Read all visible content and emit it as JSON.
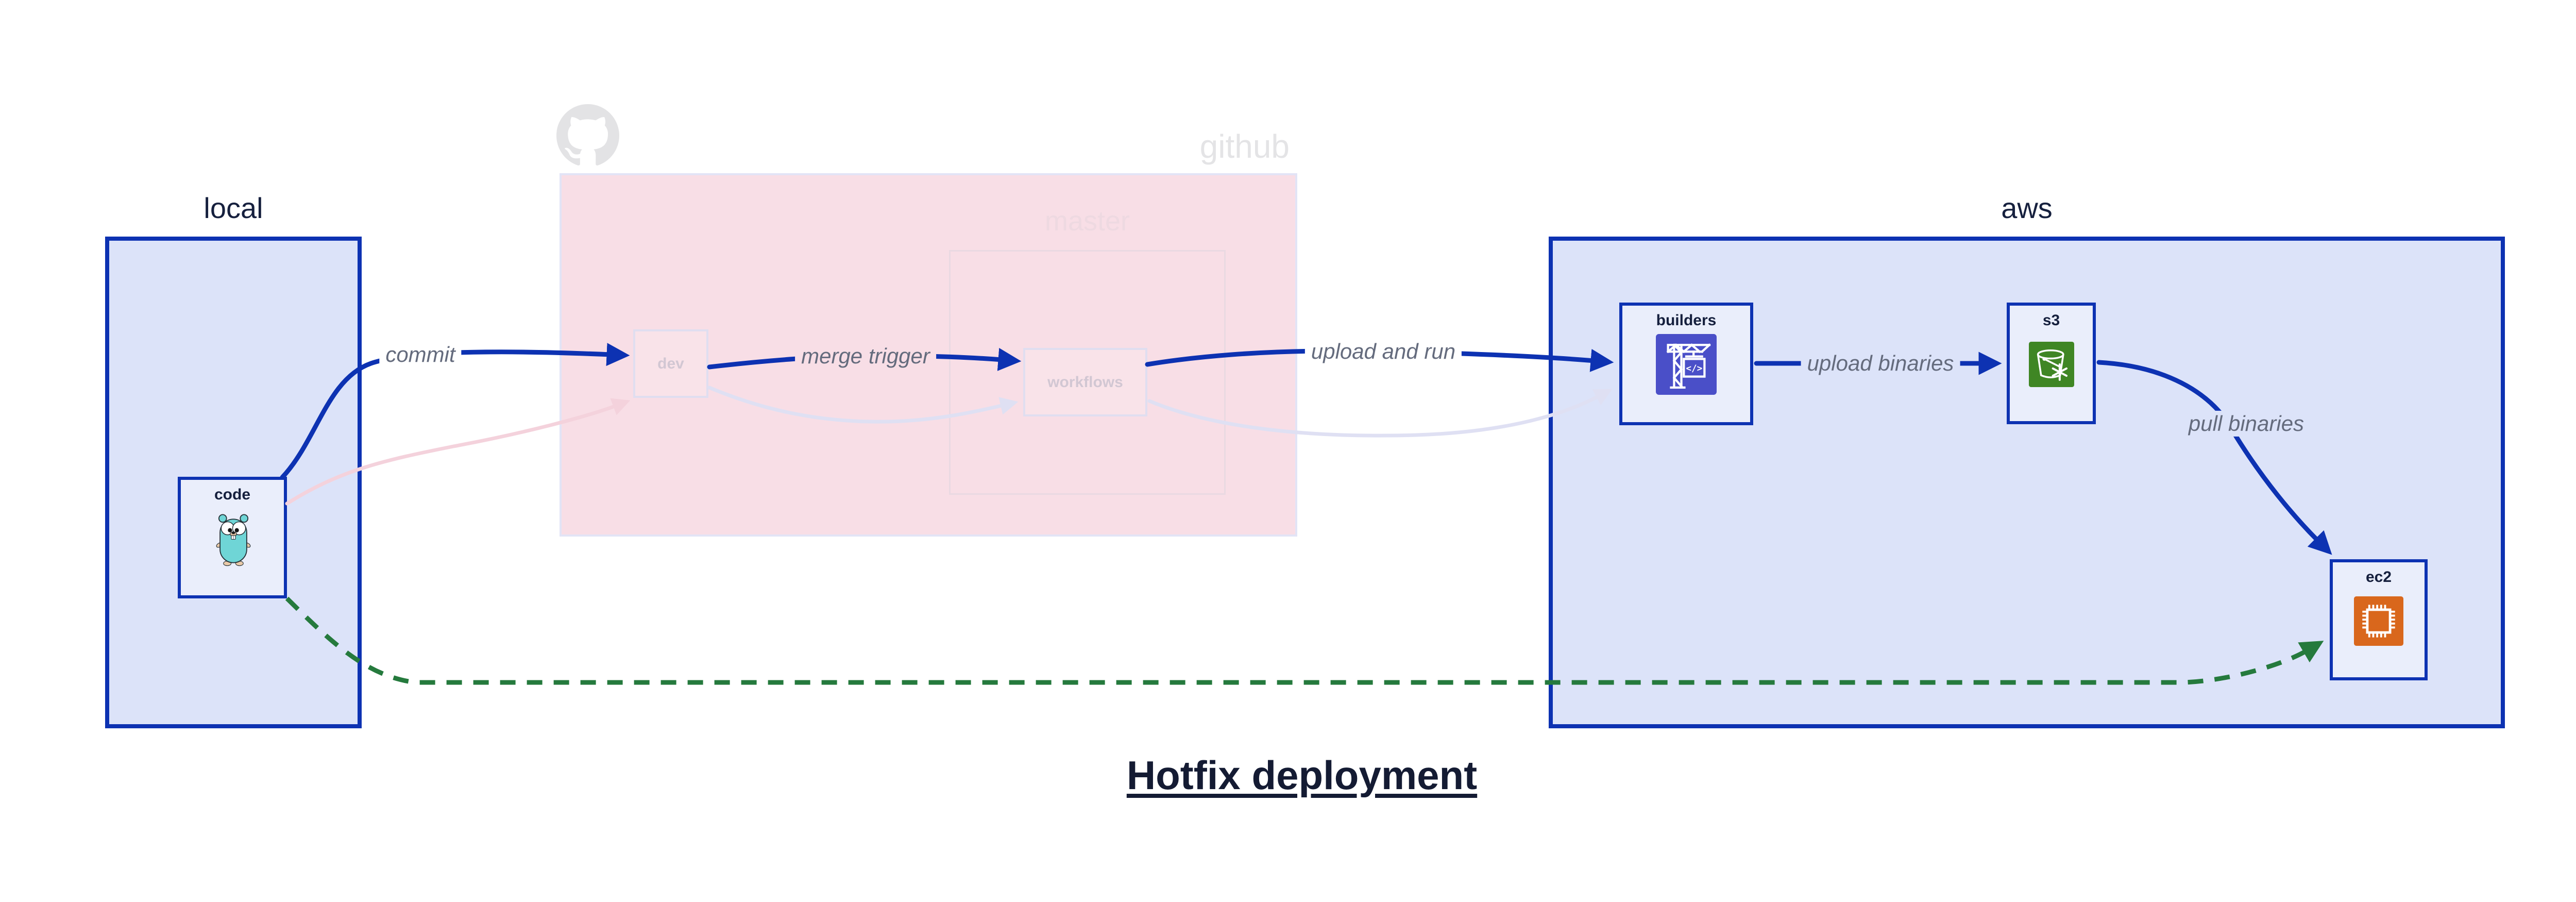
{
  "title": "Hotfix deployment",
  "containers": {
    "local": {
      "label": "local"
    },
    "github": {
      "label": "github",
      "master": {
        "label": "master"
      }
    },
    "aws": {
      "label": "aws"
    }
  },
  "nodes": {
    "code": {
      "label": "code",
      "icon": "go-gopher"
    },
    "dev": {
      "label": "dev",
      "state": "faded"
    },
    "workflows": {
      "label": "workflows",
      "state": "faded"
    },
    "builders": {
      "label": "builders",
      "icon": "aws-codebuild"
    },
    "s3": {
      "label": "s3",
      "icon": "aws-s3-glacier"
    },
    "ec2": {
      "label": "ec2",
      "icon": "aws-ec2"
    }
  },
  "edges": {
    "commit": {
      "label": "commit",
      "from": "code",
      "to": "dev",
      "style": "solid-blue"
    },
    "merge_trigger": {
      "label": "merge trigger",
      "from": "dev",
      "to": "workflows",
      "style": "solid-blue"
    },
    "upload_and_run": {
      "label": "upload and run",
      "from": "workflows",
      "to": "builders",
      "style": "solid-blue"
    },
    "upload_binaries": {
      "label": "upload binaries",
      "from": "builders",
      "to": "s3",
      "style": "solid-blue"
    },
    "pull_binaries": {
      "label": "pull binaries",
      "from": "s3",
      "to": "ec2",
      "style": "solid-blue"
    },
    "hotfix": {
      "label": "",
      "from": "code",
      "to": "ec2",
      "style": "dashed-green"
    },
    "faded_commit": {
      "label": "",
      "from": "code",
      "to": "dev",
      "style": "faded-pink"
    },
    "faded_merge": {
      "label": "",
      "from": "dev",
      "to": "workflows",
      "style": "faded-lavender"
    },
    "faded_run": {
      "label": "",
      "from": "workflows",
      "to": "builders",
      "style": "faded-lavender"
    }
  },
  "icons": {
    "octocat": "github-octocat",
    "codebuild_glyph": "</>"
  },
  "colors": {
    "arrow_blue": "#0d32b2",
    "container_fill": "#dce3f9",
    "node_fill": "#eaeefb",
    "github_fill": "#f8dee6",
    "hotfix_green": "#257a3d",
    "codebuild_indigo": "#4a4fc8",
    "s3_green": "#3f8624",
    "ec2_orange": "#d9671c",
    "edge_label_gray": "#646b7d",
    "faded_gray": "#e3e3e5",
    "title_navy": "#141b33"
  }
}
